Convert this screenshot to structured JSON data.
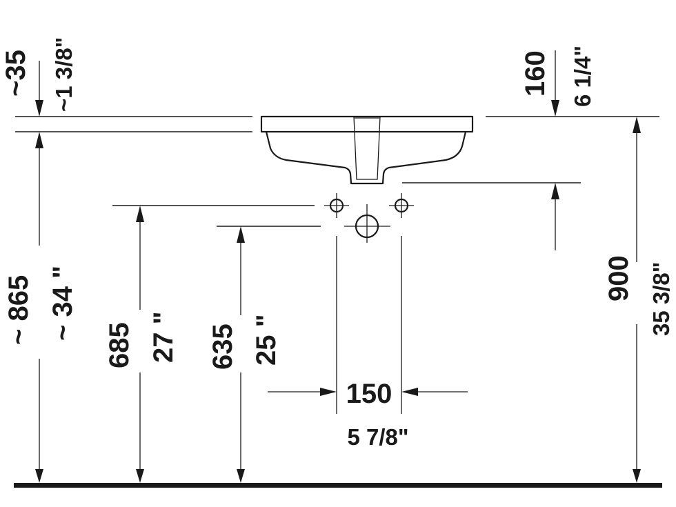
{
  "drawing": {
    "title": "Undercounter washbasin installation dimensions",
    "colors": {
      "ink": "#1a1a1a",
      "background": "#ffffff"
    },
    "units": [
      "mm",
      "inch"
    ]
  },
  "dimensions": {
    "rim_thickness": {
      "mm": "~35",
      "inch": "~1 3/8\""
    },
    "drain_depth": {
      "mm": "160",
      "inch": "6 1/4\""
    },
    "counter_height_under": {
      "mm": "~ 865",
      "inch": "~ 34 \""
    },
    "tap_hole_height": {
      "mm": "685",
      "inch": "27 \""
    },
    "drain_center_height": {
      "mm": "635",
      "inch": "25 \""
    },
    "tap_hole_spacing": {
      "mm": "150",
      "inch": "5 7/8\""
    },
    "counter_top_height": {
      "mm": "900",
      "inch": "35 3/8\""
    }
  },
  "elements": {
    "basin": "washbasin-section",
    "tap_holes": 2,
    "drain_outlet": 1,
    "floor_line": "floor"
  }
}
